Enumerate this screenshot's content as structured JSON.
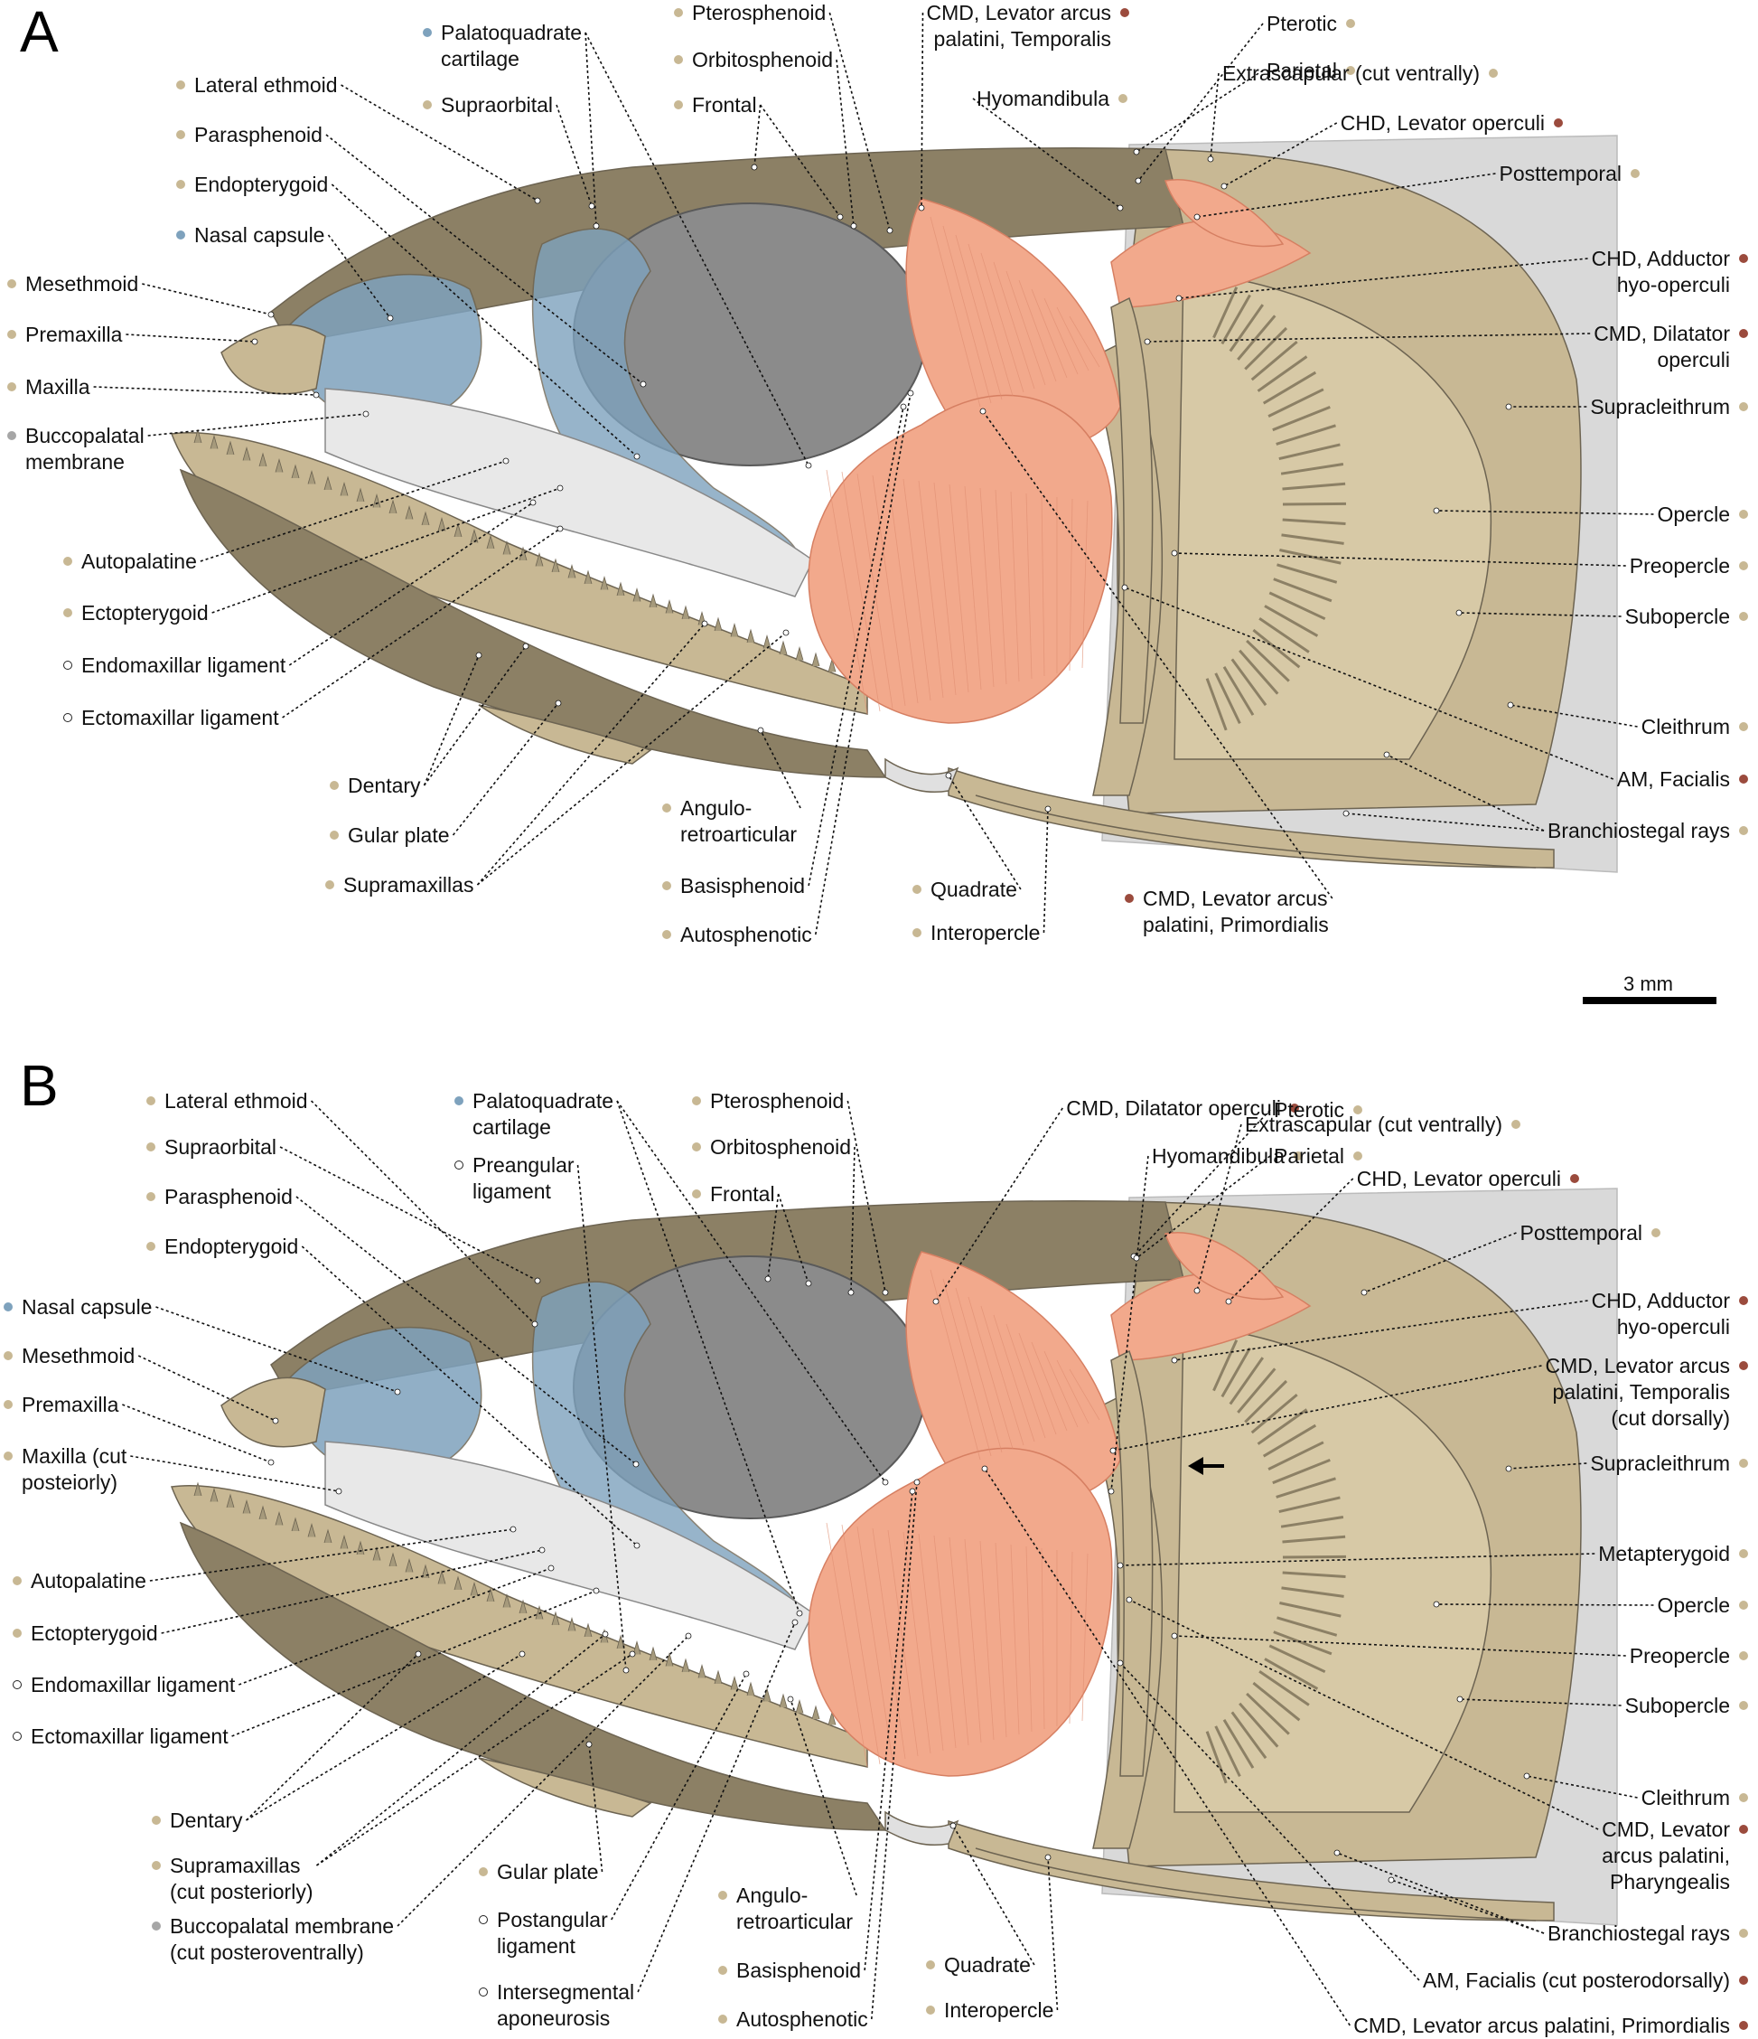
{
  "colors": {
    "bone": "#c8b894",
    "dark_bone": "#8c8065",
    "cartilage": "#7ea2bd",
    "muscle": "#f2a98c",
    "membrane": "#a6a6a6",
    "ligament": "#ffffff",
    "facialis": "#9b4b3d",
    "cmd": "#9b4b3d"
  },
  "panels": [
    {
      "letter": "A",
      "labels": [
        {
          "text": "Lateral ethmoid",
          "dot": "bone"
        },
        {
          "text": "Parasphenoid",
          "dot": "bone"
        },
        {
          "text": "Endopterygoid",
          "dot": "bone"
        },
        {
          "text": "Nasal capsule",
          "dot": "cartilage"
        },
        {
          "text": "Mesethmoid",
          "dot": "bone"
        },
        {
          "text": "Premaxilla",
          "dot": "bone"
        },
        {
          "text": "Maxilla",
          "dot": "bone"
        },
        {
          "text": "Buccopalatal\nmembrane",
          "dot": "membrane"
        },
        {
          "text": "Autopalatine",
          "dot": "bone"
        },
        {
          "text": "Ectopterygoid",
          "dot": "bone"
        },
        {
          "text": "Endomaxillar ligament",
          "dot": "ligament"
        },
        {
          "text": "Ectomaxillar ligament",
          "dot": "ligament"
        },
        {
          "text": "Palatoquadrate\ncartilage",
          "dot": "cartilage"
        },
        {
          "text": "Supraorbital",
          "dot": "bone"
        },
        {
          "text": "Pterosphenoid",
          "dot": "bone"
        },
        {
          "text": "Orbitosphenoid",
          "dot": "bone"
        },
        {
          "text": "Frontal",
          "dot": "bone"
        },
        {
          "text": "CMD, Levator arcus\npalatini, Temporalis",
          "dot": "cmd"
        },
        {
          "text": "Hyomandibula",
          "dot": "bone"
        },
        {
          "text": "Pterotic",
          "dot": "bone"
        },
        {
          "text": "Parietal",
          "dot": "bone"
        },
        {
          "text": "Extrascapular (cut ventrally)",
          "dot": "bone"
        },
        {
          "text": "CHD, Levator operculi",
          "dot": "cmd"
        },
        {
          "text": "Posttemporal",
          "dot": "bone"
        },
        {
          "text": "CHD, Adductor\nhyo-operculi",
          "dot": "cmd"
        },
        {
          "text": "CMD, Dilatator\noperculi",
          "dot": "cmd"
        },
        {
          "text": "Supracleithrum",
          "dot": "bone"
        },
        {
          "text": "Opercle",
          "dot": "bone"
        },
        {
          "text": "Preopercle",
          "dot": "bone"
        },
        {
          "text": "Subopercle",
          "dot": "bone"
        },
        {
          "text": "Cleithrum",
          "dot": "bone"
        },
        {
          "text": "AM, Facialis",
          "dot": "facialis"
        },
        {
          "text": "Branchiostegal rays",
          "dot": "bone"
        },
        {
          "text": "Dentary",
          "dot": "bone"
        },
        {
          "text": "Gular plate",
          "dot": "bone"
        },
        {
          "text": "Supramaxillas",
          "dot": "bone"
        },
        {
          "text": "Angulo-\nretroarticular",
          "dot": "bone"
        },
        {
          "text": "Basisphenoid",
          "dot": "bone"
        },
        {
          "text": "Autosphenotic",
          "dot": "bone"
        },
        {
          "text": "Quadrate",
          "dot": "bone"
        },
        {
          "text": "Interopercle",
          "dot": "bone"
        },
        {
          "text": "CMD, Levator arcus\npalatini, Primordialis",
          "dot": "cmd"
        }
      ]
    },
    {
      "letter": "B",
      "labels": [
        {
          "text": "Lateral ethmoid",
          "dot": "bone"
        },
        {
          "text": "Supraorbital",
          "dot": "bone"
        },
        {
          "text": "Parasphenoid",
          "dot": "bone"
        },
        {
          "text": "Endopterygoid",
          "dot": "bone"
        },
        {
          "text": "Nasal capsule",
          "dot": "cartilage"
        },
        {
          "text": "Mesethmoid",
          "dot": "bone"
        },
        {
          "text": "Premaxilla",
          "dot": "bone"
        },
        {
          "text": "Maxilla (cut\nposteiorly)",
          "dot": "bone"
        },
        {
          "text": "Autopalatine",
          "dot": "bone"
        },
        {
          "text": "Ectopterygoid",
          "dot": "bone"
        },
        {
          "text": "Endomaxillar ligament",
          "dot": "ligament"
        },
        {
          "text": "Ectomaxillar ligament",
          "dot": "ligament"
        },
        {
          "text": "Dentary",
          "dot": "bone"
        },
        {
          "text": "Supramaxillas\n(cut posteriorly)",
          "dot": "bone"
        },
        {
          "text": "Buccopalatal membrane\n(cut posteroventrally)",
          "dot": "membrane"
        },
        {
          "text": "Palatoquadrate\ncartilage",
          "dot": "cartilage"
        },
        {
          "text": "Preangular\nligament",
          "dot": "ligament"
        },
        {
          "text": "Pterosphenoid",
          "dot": "bone"
        },
        {
          "text": "Orbitosphenoid",
          "dot": "bone"
        },
        {
          "text": "Frontal",
          "dot": "bone"
        },
        {
          "text": "CMD, Dilatator operculi",
          "dot": "cmd"
        },
        {
          "text": "Hyomandibula",
          "dot": "bone"
        },
        {
          "text": "Pterotic",
          "dot": "bone"
        },
        {
          "text": "Parietal",
          "dot": "bone"
        },
        {
          "text": "Extrascapular (cut ventrally)",
          "dot": "bone"
        },
        {
          "text": "CHD, Levator operculi",
          "dot": "cmd"
        },
        {
          "text": "Posttemporal",
          "dot": "bone"
        },
        {
          "text": "CHD, Adductor\nhyo-operculi",
          "dot": "cmd"
        },
        {
          "text": "CMD, Levator arcus\npalatini, Temporalis\n(cut dorsally)",
          "dot": "cmd"
        },
        {
          "text": "Supracleithrum",
          "dot": "bone"
        },
        {
          "text": "Metapterygoid",
          "dot": "bone"
        },
        {
          "text": "Opercle",
          "dot": "bone"
        },
        {
          "text": "Preopercle",
          "dot": "bone"
        },
        {
          "text": "Subopercle",
          "dot": "bone"
        },
        {
          "text": "Cleithrum",
          "dot": "bone"
        },
        {
          "text": "CMD, Levator\narcus palatini,\nPharyngealis",
          "dot": "cmd"
        },
        {
          "text": "Branchiostegal rays",
          "dot": "bone"
        },
        {
          "text": "AM, Facialis (cut posterodorsally)",
          "dot": "facialis"
        },
        {
          "text": "CMD, Levator arcus palatini, Primordialis",
          "dot": "cmd"
        },
        {
          "text": "Gular plate",
          "dot": "bone"
        },
        {
          "text": "Postangular\nligament",
          "dot": "ligament"
        },
        {
          "text": "Intersegmental\naponeurosis",
          "dot": "ligament"
        },
        {
          "text": "Angulo-\nretroarticular",
          "dot": "bone"
        },
        {
          "text": "Basisphenoid",
          "dot": "bone"
        },
        {
          "text": "Autosphenotic",
          "dot": "bone"
        },
        {
          "text": "Quadrate",
          "dot": "bone"
        },
        {
          "text": "Interopercle",
          "dot": "bone"
        }
      ]
    }
  ],
  "scale_bar": {
    "label": "3 mm"
  }
}
